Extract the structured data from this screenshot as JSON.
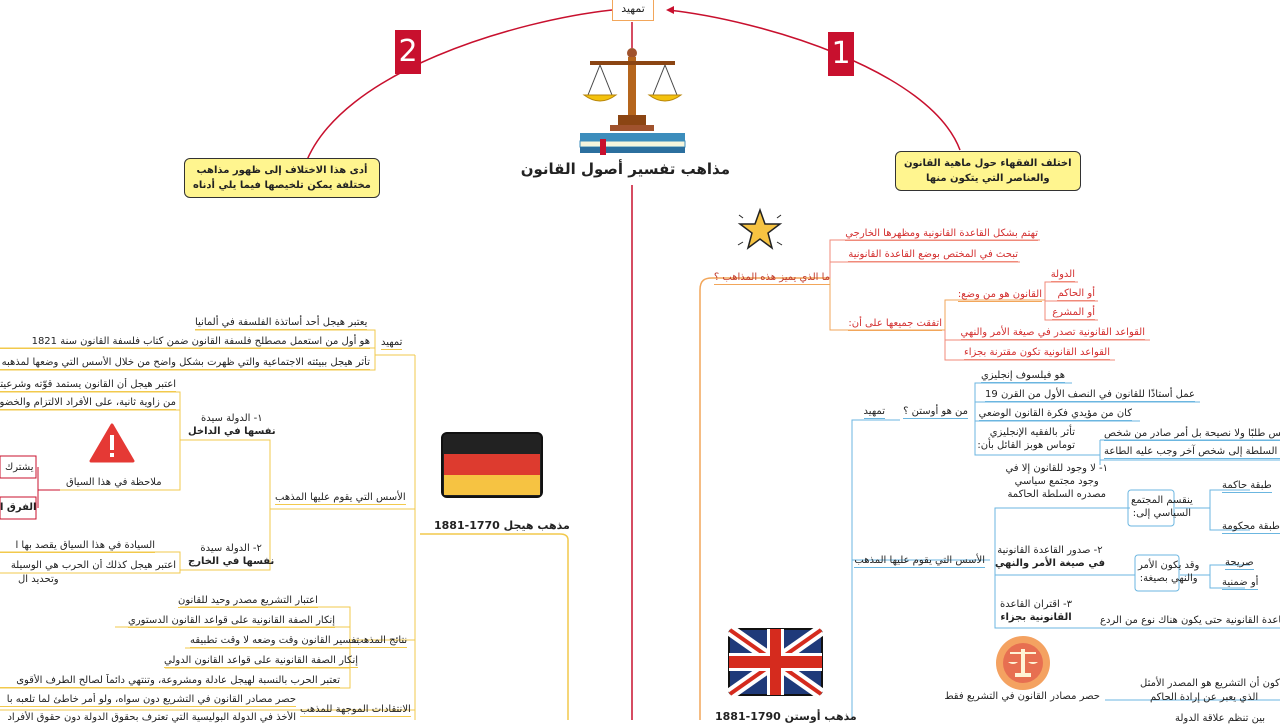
{
  "top": {
    "intro": "تمهيد",
    "num1": "1",
    "num2": "2",
    "box_right": [
      "اختلف الفقهاء حول ماهية القانون",
      "والعناصر التي يتكون منها"
    ],
    "box_left": [
      "أدى هذا الاختلاف إلى ظهور مذاهب",
      "مختلفة يمكن تلخيصها فيما يلي أدناه"
    ],
    "center_title": "مذاهب تفسير أصول القانون"
  },
  "right": {
    "question": "ما الذي يميز هذه المذاهب ؟",
    "q_items": [
      "تهتم بشكل القاعدة القانونية ومظهرها الخارجي",
      "تبحث في المختص بوضع القاعدة القانونية"
    ],
    "agree": "اتفقت جميعها على أن:",
    "law_maker": "القانون هو من وضع:",
    "makers": [
      "الدولة",
      "أو الحاكم",
      "أو المشرع"
    ],
    "rule1": "القواعد القانونية تصدر في صيغة الأمر والنهي",
    "rule2": "القواعد القانونية تكون مقترنة بجزاء",
    "austin_intro": "تمهيد",
    "who": "من هو أوستن ؟",
    "austin_items": [
      "هو فيلسوف إنجليزي",
      "عمل أستاذًا للقانون في النصف الأول من القرن 19",
      "كان من مؤيدي فكرة القانون الوضعي"
    ],
    "influenced": [
      "تأثر بالفقيه الإنجليزي",
      "توماس هوبز القائل بأن:"
    ],
    "hobbes_items": [
      "القانون ليس طلبًا ولا نصيحة بل أمر صادر من شخص",
      "له السلطة إلى شخص آخر وجب عليه الطاعة"
    ],
    "foundations": "الأسس التي يقوم عليها المذهب",
    "f1": [
      "١- لا وجود للقانون إلا في",
      "وجود مجتمع سياسي",
      "مصدره السلطة الحاكمة"
    ],
    "society": [
      "ينقسم المجتمع",
      "السياسي إلى:"
    ],
    "classes": [
      "طبقة حاكمة",
      "طبقة محكومة"
    ],
    "f2": [
      "٢- صدور القاعدة القانونية",
      "في صيغة الأمر والنهي"
    ],
    "command": [
      "وقد يكون الأمر",
      "والنهي بصيغة:"
    ],
    "forms": [
      "صريحة",
      "أو ضمنية"
    ],
    "f3": [
      "٣- اقتران القاعدة",
      "القانونية بجزاء"
    ],
    "f3_note": "القاعدة القانونية حتى يكون هناك نوع من الردع",
    "austin_school": "مذهب أوستن 1790-1881",
    "limit": "حصر مصادر القانون في التشريع فقط",
    "limit_items": [
      "كون أن التشريع هو المصدر الأمثل",
      "الذي يعبر عن إرادة الحاكم",
      "بين تنظم علاقة الدولة"
    ]
  },
  "left": {
    "hegel_school": "مذهب هيجل 1770-1881",
    "intro": "تمهيد",
    "intro_items": [
      "يعتبر هيجل أحد أساتذة الفلسفة في ألمانيا",
      "هو أول من استعمل مصطلح فلسفة القانون ضمن كتاب فلسفة القانون سنة 1821",
      "تأثر هيجل ببيئته الاجتماعية والتي ظهرت بشكل واضح من خلال الأسس التي وضعها لمذهبه"
    ],
    "foundations": "الأسس التي يقوم عليها المذهب",
    "d1": [
      "١- الدولة سيدة",
      "نفسها في الداخل"
    ],
    "d1_items": [
      "اعتبر هيجل أن القانون يستمد قوّته وشرعيته",
      "من زاوية ثانية، على الأفراد الالتزام والخضوع"
    ],
    "note": "ملاحظة في هذا السياق",
    "note_items": [
      "يشترك",
      "الفرق ا"
    ],
    "d2": [
      "٢- الدولة سيدة",
      "نفسها في الخارج"
    ],
    "d2_items": [
      "السيادة في هذا السياق يقصد بها ا",
      "اعتبر هيجل كذلك أن الحرب هي الوسيلة",
      "وتحديد ال"
    ],
    "results": "نتائج المذهب",
    "results_items": [
      "اعتبار التشريع مصدر وحيد للقانون",
      "إنكار الصفة القانونية على قواعد القانون الدستوري",
      "تفسير القانون وقت وضعه لا وقت تطبيقه",
      "إنكار الصفة القانونية على قواعد القانون الدولي",
      "تعتبر الحرب بالنسبة لهيجل عادلة ومشروعة، وتنتهي دائماً لصالح الطرف الأقوى"
    ],
    "critique": "الانتقادات الموجهة للمذهب",
    "critique_items": [
      "حصر مصادر القانون في التشريع دون سواه، ولو أمر خاطئ لما تلعبه با",
      "الأخذ في الدولة البوليسية التي تعترف بحقوق الدولة دون حقوق الأفراد"
    ]
  }
}
